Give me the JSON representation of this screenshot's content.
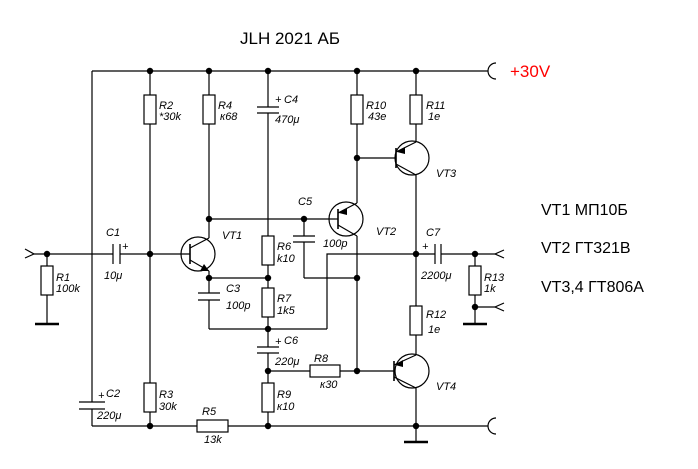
{
  "title": "JLH 2021 АБ",
  "supply": {
    "label": "+30V",
    "color": "#ff0000"
  },
  "parts_list": [
    "VT1 МП10Б",
    "VT2 ГТ321В",
    "VT3,4 ГТ806А"
  ],
  "components": {
    "R1": {
      "name": "R1",
      "value": "100k"
    },
    "R2": {
      "name": "R2",
      "value": "*30k"
    },
    "R3": {
      "name": "R3",
      "value": "30k"
    },
    "R4": {
      "name": "R4",
      "value": "к68"
    },
    "R5": {
      "name": "R5",
      "value": "13k"
    },
    "R6": {
      "name": "R6",
      "value": "k10"
    },
    "R7": {
      "name": "R7",
      "value": "1k5"
    },
    "R8": {
      "name": "R8",
      "value": "к30"
    },
    "R9": {
      "name": "R9",
      "value": "к10"
    },
    "R10": {
      "name": "R10",
      "value": "43e"
    },
    "R11": {
      "name": "R11",
      "value": "1e"
    },
    "R12": {
      "name": "R12",
      "value": "1e"
    },
    "R13": {
      "name": "R13",
      "value": "1k"
    },
    "C1": {
      "name": "C1",
      "value": "10μ"
    },
    "C2": {
      "name": "C2",
      "value": "220μ"
    },
    "C3": {
      "name": "C3",
      "value": "100p"
    },
    "C4": {
      "name": "C4",
      "value": "470μ"
    },
    "C5": {
      "name": "C5",
      "value": "100p"
    },
    "C6": {
      "name": "C6",
      "value": "220μ"
    },
    "C7": {
      "name": "C7",
      "value": "2200μ"
    },
    "VT1": {
      "name": "VT1"
    },
    "VT2": {
      "name": "VT2"
    },
    "VT3": {
      "name": "VT3"
    },
    "VT4": {
      "name": "VT4"
    }
  },
  "plus_sign": "+"
}
